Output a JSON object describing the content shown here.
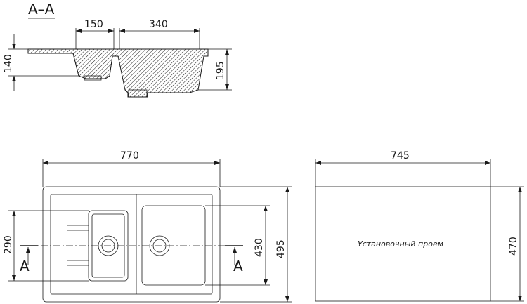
{
  "section": {
    "title": "А–А",
    "cut_label": "А"
  },
  "dimensions": {
    "section_small_bowl_width": "150",
    "section_large_bowl_width": "340",
    "section_small_depth": "140",
    "section_large_depth": "195",
    "sink_width": "770",
    "sink_height": "495",
    "bowl_span": "290",
    "inner_height": "430",
    "cutout_width": "745",
    "cutout_height": "470"
  },
  "cutout": {
    "label": "Установочный проем"
  }
}
